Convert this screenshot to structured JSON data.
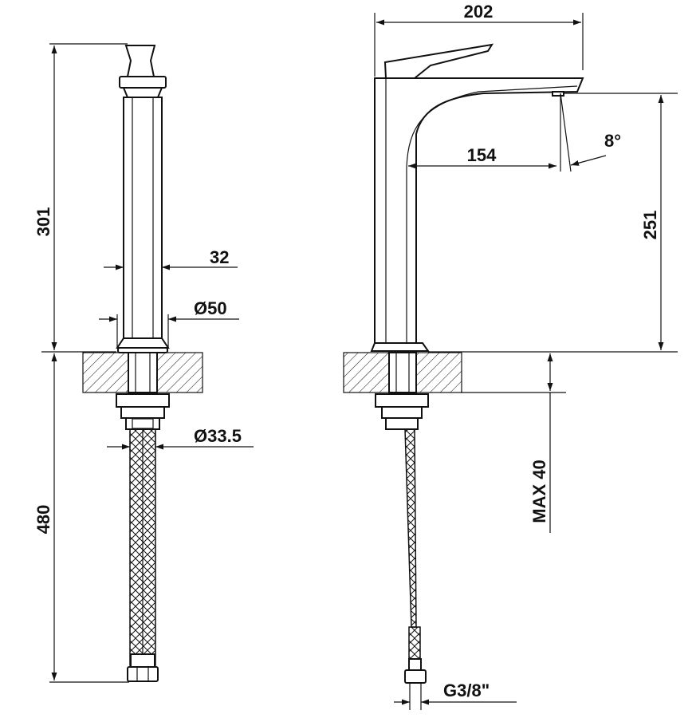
{
  "dimensions": {
    "height_above_deck": "301",
    "handle_width": "32",
    "base_diameter": "Ø50",
    "shank_diameter": "Ø33.5",
    "hose_length": "480",
    "overall_reach": "202",
    "spout_reach": "154",
    "spout_angle": "8°",
    "spout_height": "251",
    "max_deck_thickness": "MAX 40",
    "connection_thread": "G3/8\""
  }
}
